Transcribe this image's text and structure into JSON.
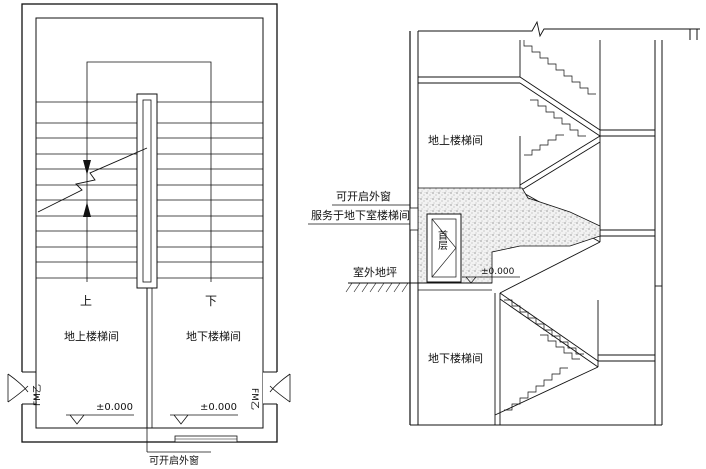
{
  "plan": {
    "label_up": "上",
    "label_down": "下",
    "room_above": "地上楼梯间",
    "room_below": "地下楼梯间",
    "door_left": "FM乙",
    "door_right": "FM乙",
    "elev_left": "±0.000",
    "elev_right": "±0.000",
    "window_label": "可开启外窗"
  },
  "section": {
    "window_label": "可开启外窗",
    "window_note": "服务于地下室楼梯间",
    "door_label": "首层",
    "ground_label": "室外地坪",
    "elev": "±0.000",
    "room_above": "地上楼梯间",
    "room_below": "地下楼梯间"
  }
}
